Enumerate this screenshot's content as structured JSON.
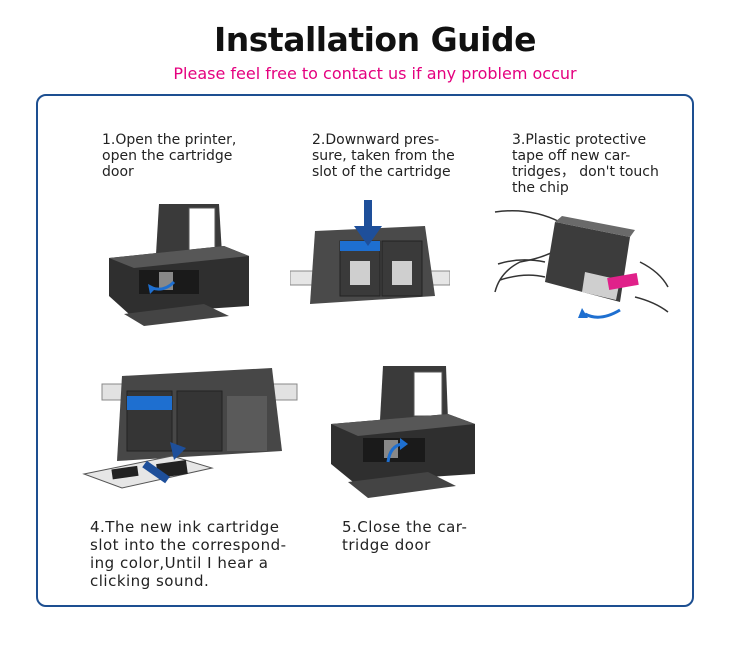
{
  "title": "Installation Guide",
  "subtitle": "Please feel free to contact us if any problem occur",
  "steps": [
    {
      "text": "1.Open the printer,\nopen the cartridge\ndoor"
    },
    {
      "text": "2.Downward pres-\nsure, taken from the\nslot of the cartridge"
    },
    {
      "text": "3.Plastic protective\ntape off new car-\ntridges， don't touch\nthe chip"
    },
    {
      "text": "4.The new ink cartridge\nslot into the correspond-\ning color,Until I hear a\nclicking sound."
    },
    {
      "text": "5.Close the car-\ntridge door"
    }
  ],
  "colors": {
    "accent": "#1d4f91",
    "subtitle": "#e4007f",
    "tape": "#e0218a"
  }
}
